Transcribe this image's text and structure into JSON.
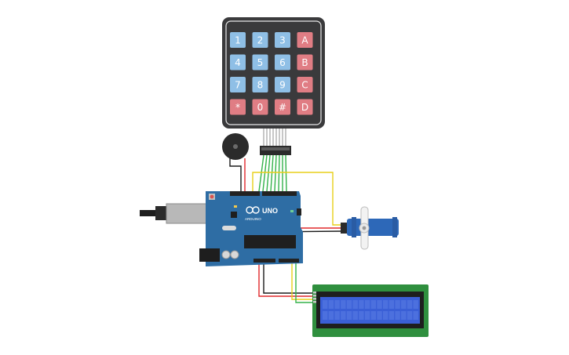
{
  "keypad": {
    "rows": [
      [
        "1",
        "2",
        "3",
        "A"
      ],
      [
        "4",
        "5",
        "6",
        "B"
      ],
      [
        "7",
        "8",
        "9",
        "C"
      ],
      [
        "*",
        "0",
        "#",
        "D"
      ]
    ],
    "digit_color": "#8fbfe6",
    "letter_color": "#e07d84",
    "frame_color": "#3a3a3c"
  },
  "arduino": {
    "brand": "ARDUINO",
    "model": "UNO",
    "board_color": "#2e6da4"
  },
  "lcd": {
    "board_color": "#2f8f3e",
    "screen_color": "#3a5fd6"
  },
  "wires": {
    "red": "#e0282c",
    "black": "#1b1b1b",
    "yellow": "#e8cf19",
    "green": "#34b24a"
  },
  "servo": {
    "body_color": "#2d68b8"
  },
  "buzzer": {
    "body_color": "#2b2b2b"
  }
}
